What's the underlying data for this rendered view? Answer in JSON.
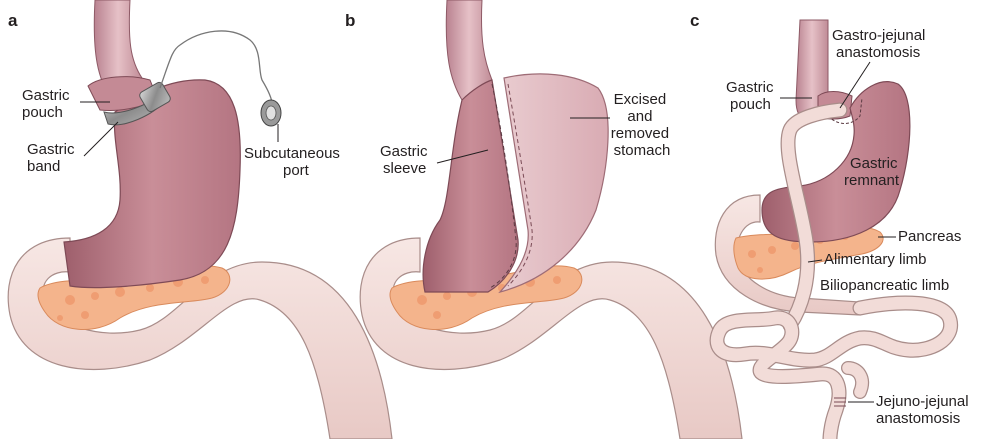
{
  "panels": {
    "a": {
      "letter": "a",
      "gastric_pouch": [
        "Gastric",
        "pouch"
      ],
      "gastric_band": [
        "Gastric",
        "band"
      ],
      "subcutaneous_port": [
        "Subcutaneous",
        "port"
      ]
    },
    "b": {
      "letter": "b",
      "gastric_sleeve": [
        "Gastric",
        "sleeve"
      ],
      "excised_stomach": [
        "Excised",
        "and",
        "removed",
        "stomach"
      ]
    },
    "c": {
      "letter": "c",
      "gastro_jejunal": [
        "Gastro-jejunal",
        "anastomosis"
      ],
      "gastric_pouch": [
        "Gastric",
        "pouch"
      ],
      "gastric_remnant": [
        "Gastric",
        "remnant"
      ],
      "pancreas": "Pancreas",
      "alimentary_limb": "Alimentary limb",
      "biliopancreatic_limb": "Biliopancreatic limb",
      "jejuno_jejunal": [
        "Jejuno-jejunal",
        "anastomosis"
      ]
    }
  },
  "colors": {
    "stomach": "#b97b86",
    "stomach_light": "#e6c3c8",
    "intestine": "#f0d9d6",
    "intestine_edge": "#a08080",
    "pancreas": "#f4b48c",
    "band": "#9a9a9a"
  }
}
